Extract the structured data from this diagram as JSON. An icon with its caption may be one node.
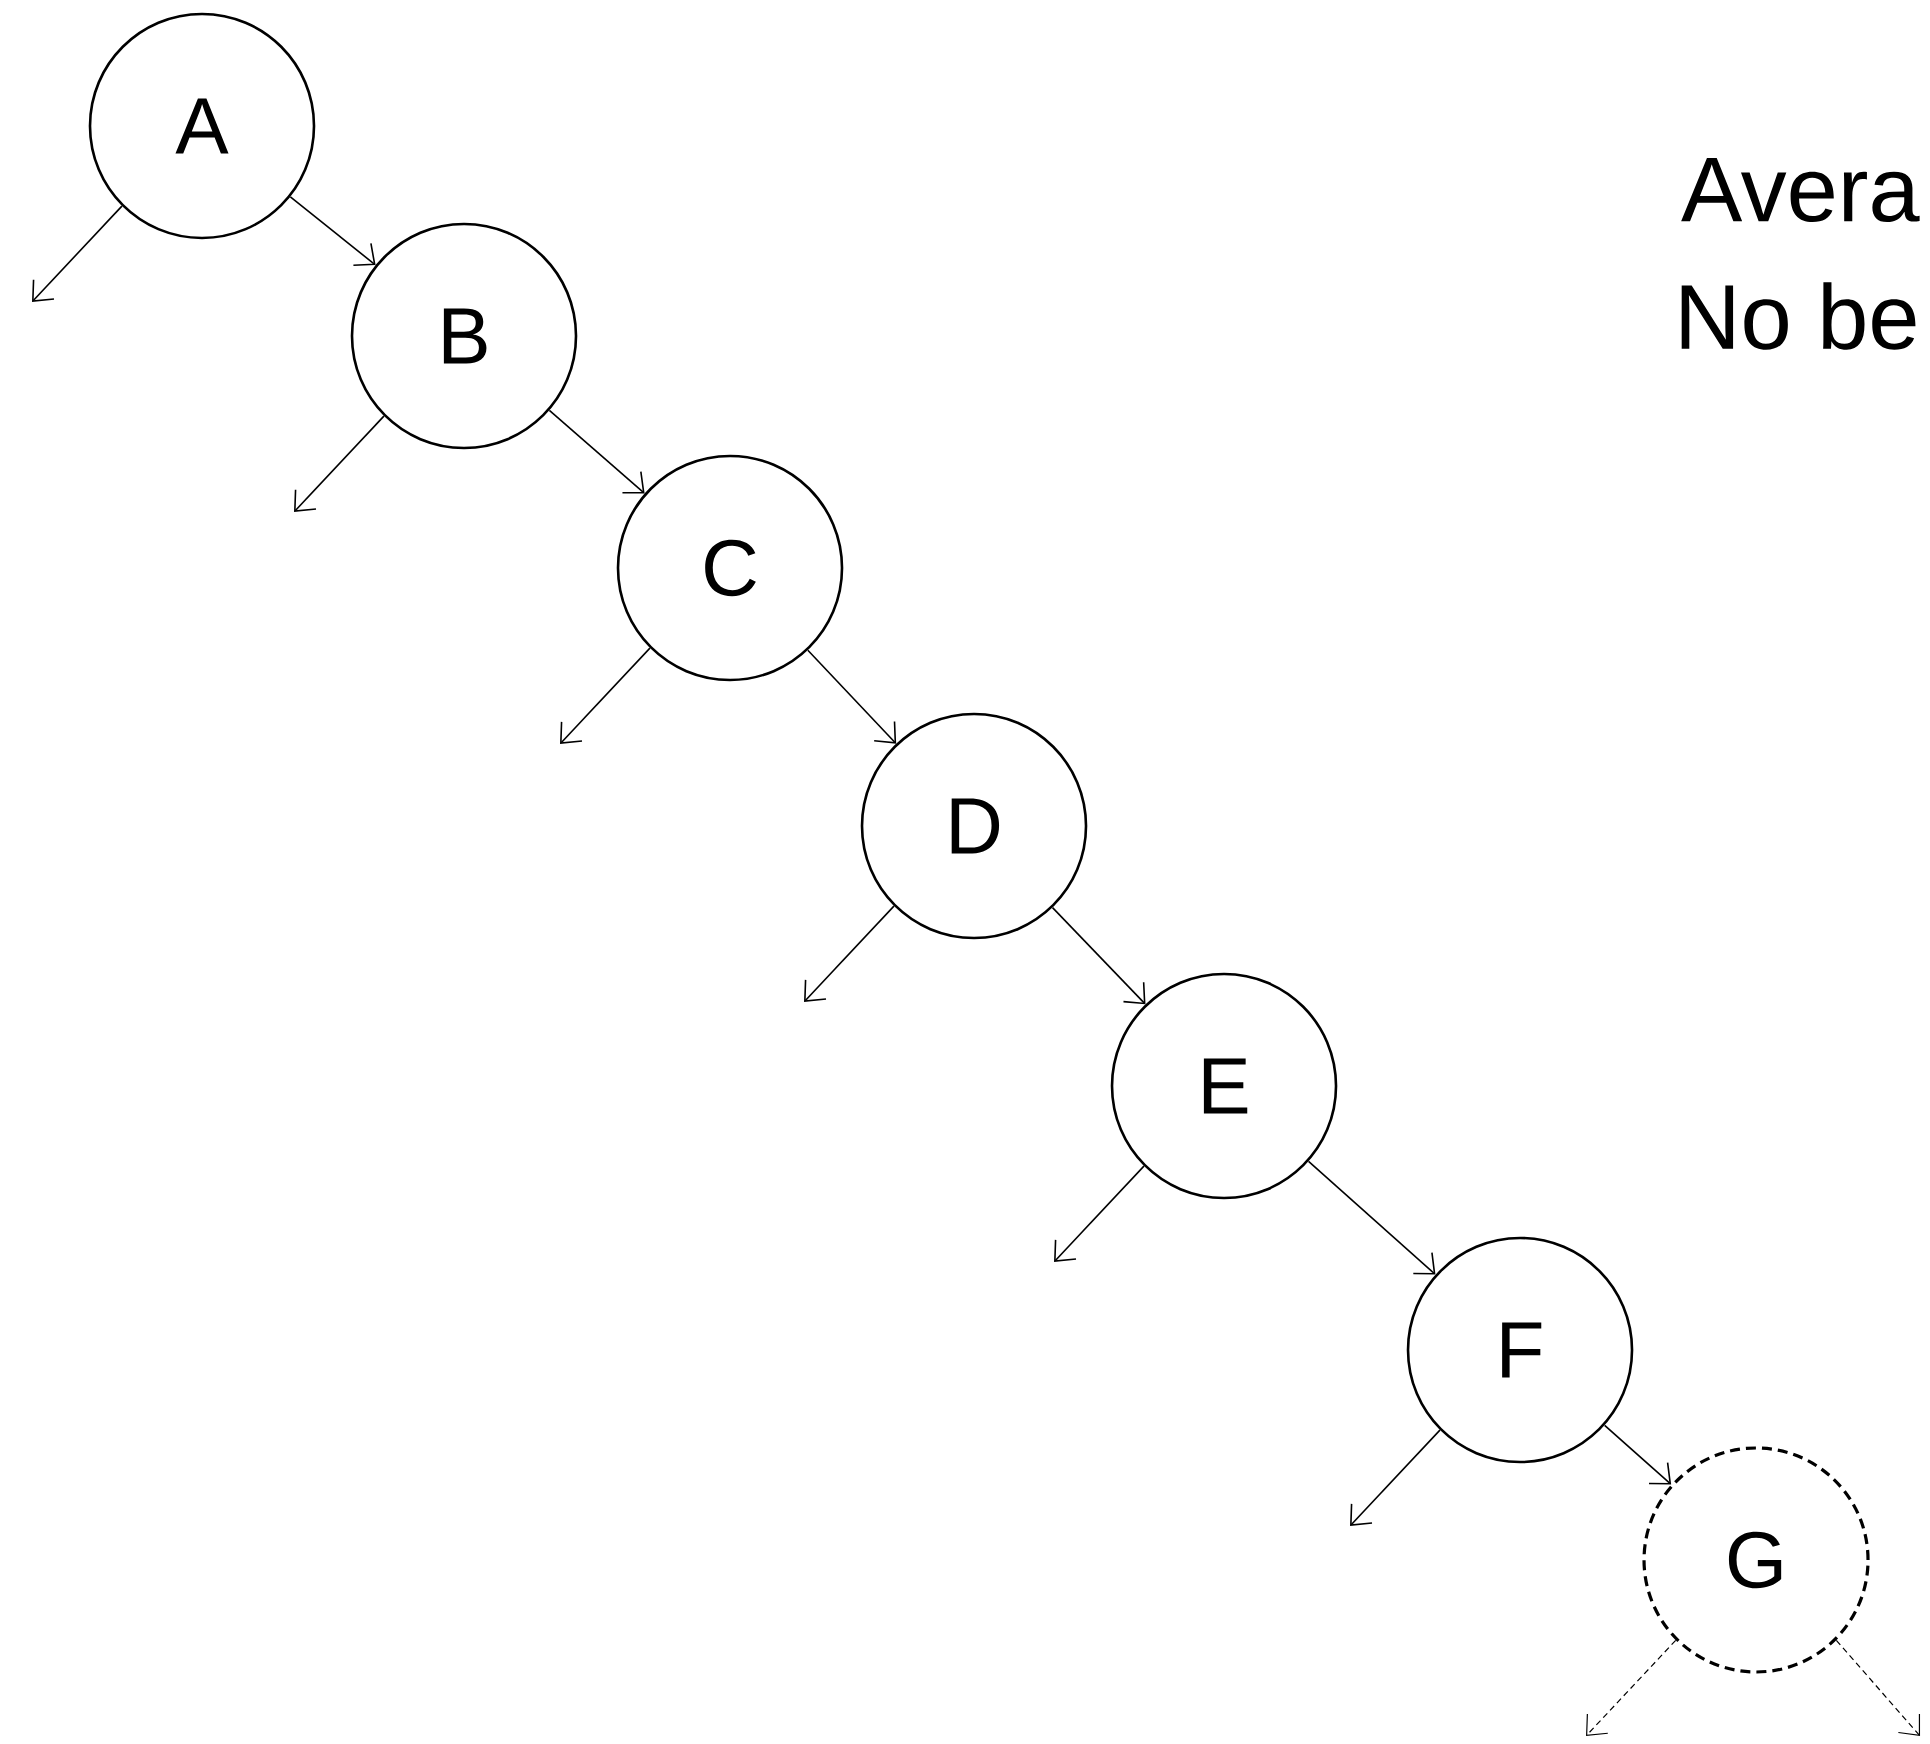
{
  "diagram": {
    "nodes": [
      {
        "text": [
          "A"
        ]
      },
      {
        "text": [
          "B"
        ]
      },
      {
        "text": [
          "C"
        ]
      },
      {
        "text": [
          "D"
        ]
      },
      {
        "text": [
          "E"
        ]
      },
      {
        "text": [
          "F"
        ]
      },
      {
        "text": [
          "G"
        ]
      }
    ],
    "edges": [
      {
        "from": 0,
        "to": null,
        "arrow": "to"
      },
      {
        "from": 0,
        "to": 1,
        "arrow": "to"
      },
      {
        "from": 1,
        "to": null,
        "arrow": "to"
      },
      {
        "from": 1,
        "to": 2,
        "arrow": "to"
      },
      {
        "from": 2,
        "to": null,
        "arrow": "to"
      },
      {
        "from": 2,
        "to": 3,
        "arrow": "to"
      },
      {
        "from": 3,
        "to": null,
        "arrow": "to"
      },
      {
        "from": 3,
        "to": 4,
        "arrow": "to"
      },
      {
        "from": 4,
        "to": null,
        "arrow": "to"
      },
      {
        "from": 4,
        "to": 5,
        "arrow": "to"
      },
      {
        "from": 5,
        "to": null,
        "arrow": "to"
      },
      {
        "from": 5,
        "to": 6,
        "arrow": "to"
      },
      {
        "from": 6,
        "to": null,
        "arrow": "to",
        "style": "dashed"
      },
      {
        "from": 6,
        "to": null,
        "arrow": "to",
        "style": "dashed"
      }
    ],
    "labels": [
      "Avera",
      "No be"
    ]
  }
}
